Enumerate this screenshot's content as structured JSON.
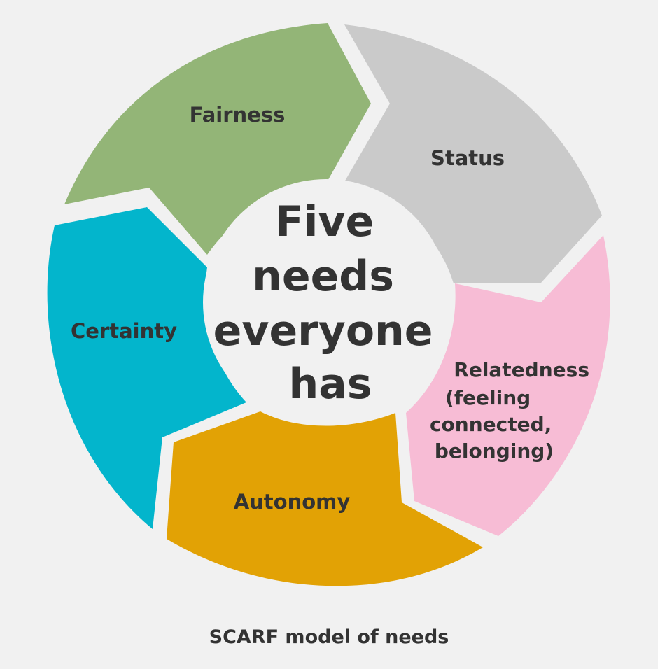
{
  "center": {
    "lines": [
      "Five",
      "needs",
      "everyone",
      "has"
    ]
  },
  "segments": [
    {
      "id": "fairness",
      "lines": [
        "Fairness"
      ],
      "color": "#93b577"
    },
    {
      "id": "status",
      "lines": [
        "Status"
      ],
      "color": "#cacaca"
    },
    {
      "id": "relatedness",
      "lines": [
        "Relatedness",
        "(feeling",
        "connected,",
        "belonging)"
      ],
      "color": "#f7bcd5"
    },
    {
      "id": "autonomy",
      "lines": [
        "Autonomy"
      ],
      "color": "#e2a205"
    },
    {
      "id": "certainty",
      "lines": [
        "Certainty"
      ],
      "color": "#03b5cc"
    }
  ],
  "caption": "SCARF model of needs",
  "background": "#f1f1f1",
  "text_color": "#333333"
}
